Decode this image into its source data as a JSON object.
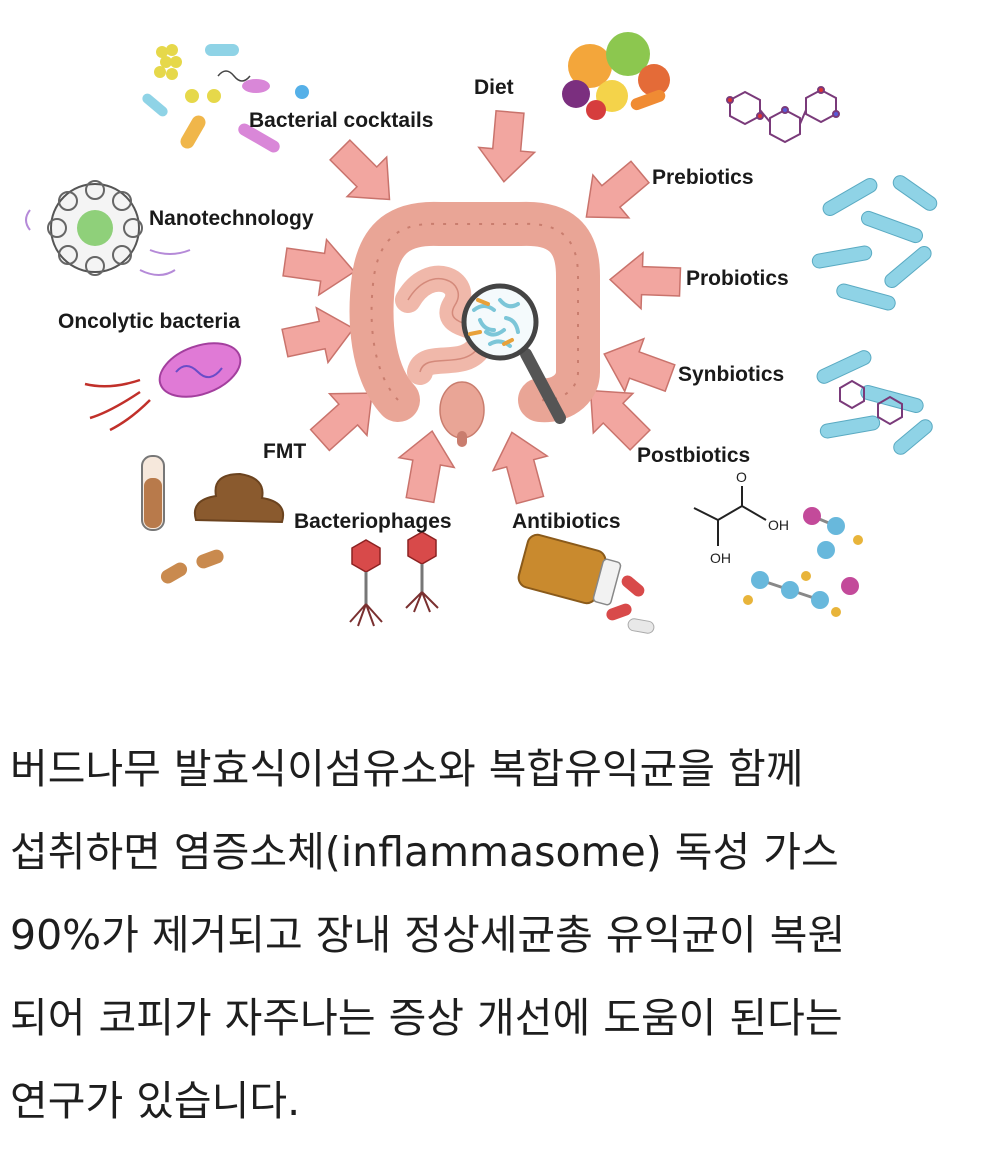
{
  "figure": {
    "center": "colon-with-magnifier",
    "labels": {
      "diet": "Diet",
      "bacterial_cocktails": "Bacterial cocktails",
      "prebiotics": "Prebiotics",
      "nanotechnology": "Nanotechnology",
      "probiotics": "Probiotics",
      "oncolytic_bacteria": "Oncolytic bacteria",
      "synbiotics": "Synbiotics",
      "fmt": "FMT",
      "postbiotics": "Postbiotics",
      "bacteriophages": "Bacteriophages",
      "antibiotics": "Antibiotics"
    },
    "chem_labels": {
      "hydroxyl_top": "OH",
      "hydroxyl_bottom": "OH",
      "carbonyl": "O"
    },
    "colors": {
      "arrow": "#f2a6a0",
      "arrow_stroke": "#c9736c",
      "colon": "#e9a596",
      "bacteria_blue": "#8fd3e6"
    }
  },
  "caption": {
    "lines": [
      "버드나무 발효식이섬유소와 복합유익균을 함께",
      "섭취하면 염증소체(inflammasome) 독성 가스",
      "90%가 제거되고 장내 정상세균총 유익균이 복원",
      "되어 코피가 자주나는 증상 개선에 도움이 된다는",
      "연구가 있습니다."
    ]
  }
}
